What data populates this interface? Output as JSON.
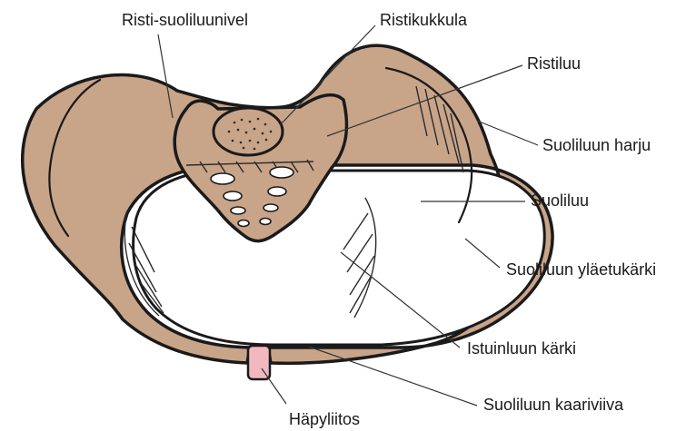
{
  "diagram": {
    "colors": {
      "bone": "#c8a489",
      "outline": "#1a1a1a",
      "symphysis": "#f2b8c0",
      "background": "#ffffff"
    },
    "labels": {
      "si_joint": "Risti-suoliluunivel",
      "promontory": "Ristikukkula",
      "sacrum": "Ristiluu",
      "iliac_crest": "Suoliluun harju",
      "ilium": "Suoliluu",
      "asis": "Suoliluun yläetukärki",
      "ischial_spine": "Istuinluun kärki",
      "arcuate_line": "Suoliluun kaariviiva",
      "pubic_symphysis": "Häpyliitos"
    }
  }
}
